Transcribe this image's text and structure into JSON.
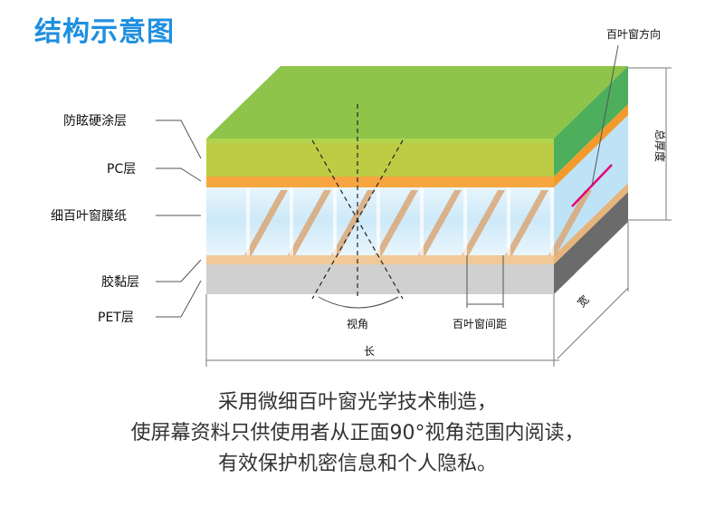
{
  "title": "结构示意图",
  "layers": {
    "anti_glare": "防眩硬涂层",
    "pc": "PC层",
    "louver_film": "细百叶窗膜纸",
    "adhesive": "胶黏层",
    "pet": "PET层"
  },
  "annotations": {
    "louver_direction": "百叶窗方向",
    "total_thickness": "总厚度",
    "viewing_angle": "视角",
    "louver_spacing": "百叶窗间距",
    "length": "长",
    "width": "宽"
  },
  "caption": [
    "采用微细百叶窗光学技术制造，",
    "使屏幕资料只供使用者从正面90°视角范围内阅读，",
    "有效保护机密信息和个人隐私。"
  ],
  "colors": {
    "title": "#1f8fe0",
    "hard_coat": "#8dc63f",
    "pc_layer": "#f7a541",
    "louver_blade": "#d9a777",
    "adhesive": "#e8c08e",
    "pet_front": "#d0d0d0",
    "pet_side": "#6b6b6b",
    "glass": "#cfe8f7",
    "direction_mark": "#e6007e"
  }
}
